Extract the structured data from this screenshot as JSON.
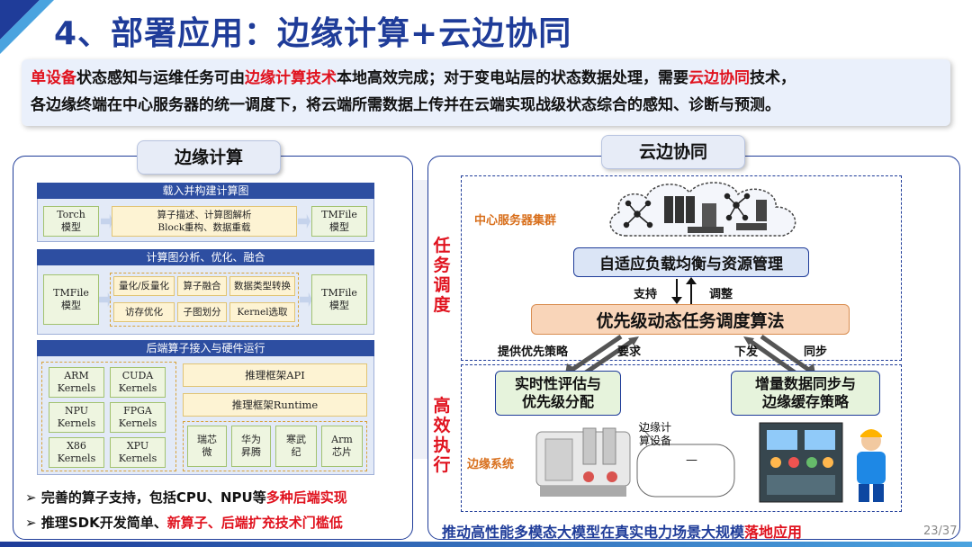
{
  "header": {
    "title": "4、部署应用：边缘计算+云边协同"
  },
  "intro": {
    "line1": [
      {
        "text": "单设备",
        "red": true
      },
      {
        "text": "状态感知与运维任务可由",
        "red": false
      },
      {
        "text": "边缘计算技术",
        "red": true
      },
      {
        "text": "本地高效完成；对于变电站层的状态数据处理，需要",
        "red": false
      },
      {
        "text": "云边协同",
        "red": true
      },
      {
        "text": "技术，",
        "red": false
      }
    ],
    "line2": "各边缘终端在中心服务器的统一调度下，将云端所需数据上传并在云端实现战级状态综合的感知、诊断与预测。"
  },
  "left_panel": {
    "tab": "边缘计算",
    "sec1": {
      "header": "载入并构建计算图",
      "left_model": "Torch\n模型",
      "middle": "算子描述、计算图解析\nBlock重构、数据重载",
      "right_model": "TMFile\n模型"
    },
    "sec2": {
      "header": "计算图分析、优化、融合",
      "left_model": "TMFile\n模型",
      "ops": [
        "量化/反量化",
        "算子融合",
        "数据类型转换",
        "访存优化",
        "子图划分",
        "Kernel选取"
      ],
      "right_model": "TMFile\n模型"
    },
    "sec3": {
      "header": "后端算子接入与硬件运行",
      "kernels": [
        "ARM\nKernels",
        "CUDA\nKernels",
        "NPU\nKernels",
        "FPGA\nKernels",
        "X86\nKernels",
        "XPU\nKernels"
      ],
      "api": "推理框架API",
      "runtime": "推理框架Runtime",
      "chips": [
        "瑞芯\n微",
        "华为\n昇腾",
        "寒武\n纪",
        "Arm\n芯片"
      ]
    },
    "bullets": [
      {
        "marker": "➢",
        "parts": [
          {
            "text": "完善的算子支持，包括CPU、NPU等",
            "red": false
          },
          {
            "text": "多种后端实现",
            "red": true
          }
        ]
      },
      {
        "marker": "➢",
        "parts": [
          {
            "text": "推理SDK开发简单、",
            "red": false
          },
          {
            "text": "新算子、后端扩充技术门槛低",
            "red": true
          }
        ]
      }
    ]
  },
  "right_panel": {
    "tab": "云边协同",
    "side_task": "任务调度",
    "side_exec": "高效执行",
    "cluster_label": "中心服务器集群",
    "edge_system_label": "边缘系统",
    "load_balance": "自适应负载均衡与资源管理",
    "support": "支持",
    "adjust": "调整",
    "scheduler": "优先级动态任务调度算法",
    "provide_policy": "提供优先策略",
    "request": "要求",
    "issue": "下发",
    "sync": "同步",
    "realtime": "实时性评估与\n优先级分配",
    "incremental": "增量数据同步与\n边缘缓存策略",
    "edge_device": "边缘计\n算设备",
    "dash": "—"
  },
  "footer": {
    "prefix": "推动高性能多模态大模型在真实电力场景大规模",
    "highlight": "落地应用",
    "page": "23/37"
  },
  "colors": {
    "title_blue": "#1f3c99",
    "highlight_red": "#e0121e",
    "label_orange": "#d86f1c"
  },
  "icons": [
    "cloud-icon",
    "server-rack-icon",
    "network-node-icon",
    "switchgear-icon",
    "control-cabinet-icon",
    "engineer-icon",
    "bullet-arrow-icon"
  ]
}
